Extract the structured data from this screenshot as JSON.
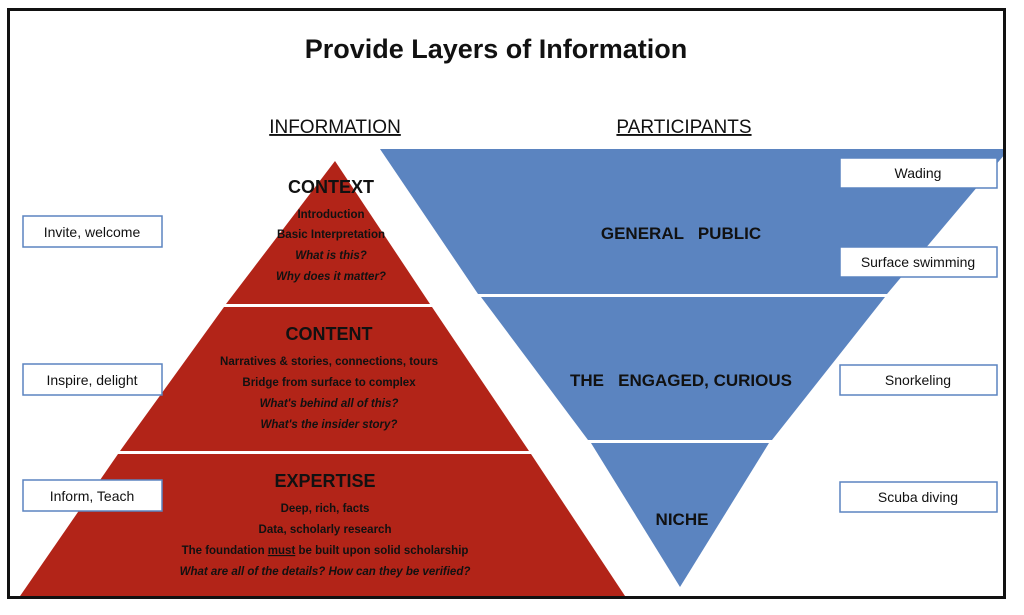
{
  "title": "Provide Layers of Information",
  "columns": {
    "left": "INFORMATION",
    "right": "PARTICIPANTS"
  },
  "colors": {
    "pyramid": "#b22418",
    "funnel": "#5b84c0",
    "box_border": "#5b84c0"
  },
  "pyramid_layers": [
    {
      "heading": "CONTEXT",
      "lines": [
        "Introduction",
        "Basic Interpretation"
      ],
      "questions": [
        "What is this?",
        "Why does it matter?"
      ]
    },
    {
      "heading": "CONTENT",
      "lines": [
        "Narratives & stories, connections, tours",
        "Bridge from surface to complex"
      ],
      "questions": [
        "What's behind all of this?",
        "What's the insider story?"
      ]
    },
    {
      "heading": "EXPERTISE",
      "lines": [
        "Deep, rich, facts",
        "Data, scholarly research"
      ],
      "foundation": {
        "before": "The foundation ",
        "emphasis": "must",
        "after": " be built upon solid scholarship"
      },
      "questions": [
        "What are all of the details? How can they be verified?"
      ]
    }
  ],
  "goals": [
    "Invite, welcome",
    "Inspire, delight",
    "Inform, Teach"
  ],
  "funnel_layers": [
    "GENERAL   PUBLIC",
    "THE   ENGAGED, CURIOUS",
    "NICHE"
  ],
  "participant_levels": [
    "Wading",
    "Surface swimming",
    "Snorkeling",
    "Scuba diving"
  ]
}
